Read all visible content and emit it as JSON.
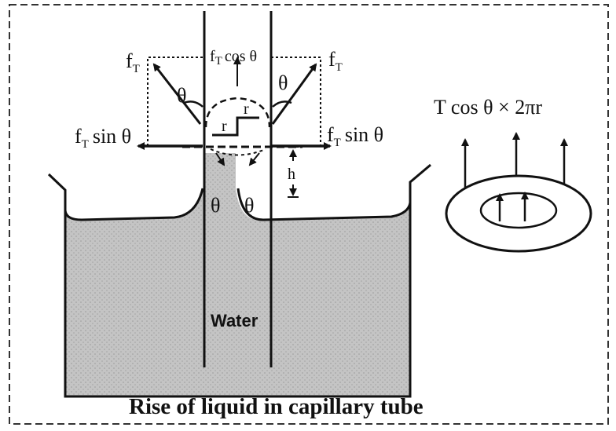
{
  "labels": {
    "fT": "f",
    "fT_sub": "T",
    "fT_cos_theta": "cos θ",
    "fT_sin_theta": "sin θ",
    "theta": "θ",
    "r": "r",
    "h": "h",
    "water": "Water",
    "force_expression": "T cos θ × 2πr",
    "caption": "Rise of liquid in capillary tube"
  },
  "colors": {
    "ink": "#111111",
    "water_fill": "#bdbdbd",
    "page": "#ffffff"
  }
}
